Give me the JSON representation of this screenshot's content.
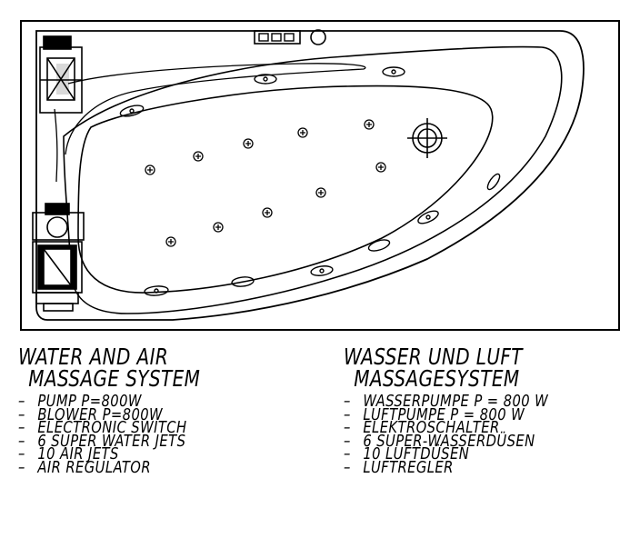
{
  "left_spec": {
    "title_line1": "WATER AND AIR",
    "title_line2": "MASSAGE SYSTEM",
    "items": [
      "PUMP P=800W",
      "BLOWER P=800W",
      "ELECTRONIC SWITCH",
      "6 SUPER WATER JETS",
      "10 AIR JETS",
      "AIR REGULATOR"
    ]
  },
  "right_spec": {
    "title_line1": "WASSER UND LUFT",
    "title_line2": "MASSAGESYSTEM",
    "items": [
      "WASSERPUMPE P = 800 W",
      "LUFTPUMPE P = 800 W",
      "ELEKTROSCHALTER",
      "6 SUPER-WASSERDÜSEN",
      "10 LUFTDÜSEN",
      "LUFTREGLER"
    ]
  },
  "drawing": {
    "components": [
      "blower-unit",
      "pump-unit",
      "control-panel",
      "drain",
      "water-jets",
      "air-jets"
    ]
  }
}
